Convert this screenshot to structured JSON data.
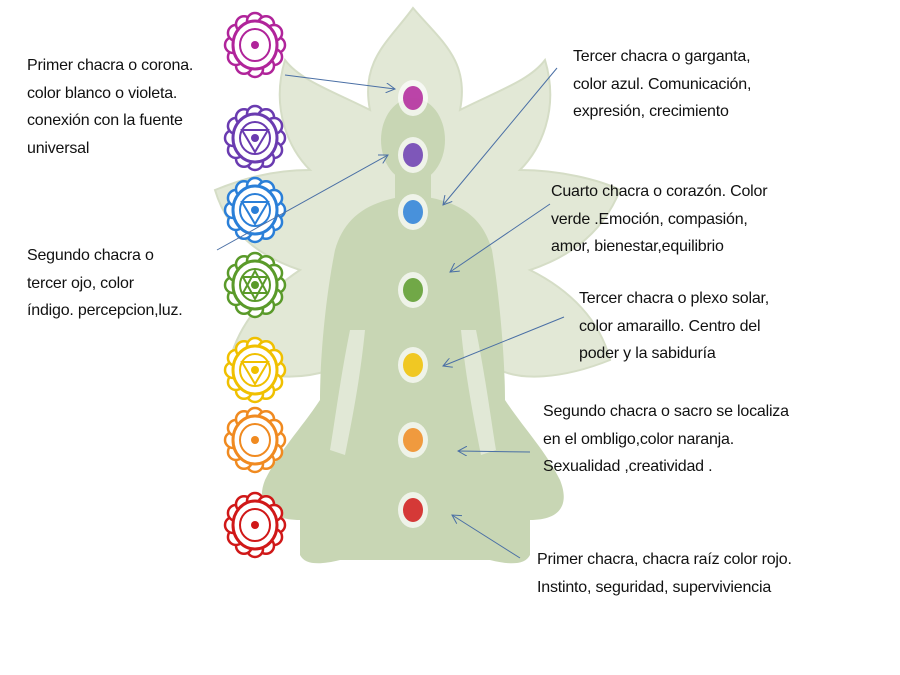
{
  "labels": {
    "crown": [
      "Primer chacra o corona.",
      "color blanco o violeta.",
      "conexión con la fuente",
      "universal"
    ],
    "third_eye": [
      "Segundo chacra o",
      "tercer ojo, color",
      "índigo. percepcion,luz."
    ],
    "throat": [
      "Tercer chacra o garganta,",
      "color azul. Comunicación,",
      "expresión, crecimiento"
    ],
    "heart": [
      "Cuarto chacra o corazón.  Color",
      "verde .Emoción, compasión,",
      "amor, bienestar,equilibrio"
    ],
    "solar": [
      "Tercer chacra o plexo solar,",
      "color amaraillo. Centro del",
      "poder y la sabiduría"
    ],
    "sacral": [
      "Segundo chacra o sacro se localiza",
      "en el ombligo,color naranja.",
      "Sexualidad ,creatividad ."
    ],
    "root": [
      "Primer chacra, chacra raíz  color rojo.",
      "Instinto, seguridad, superviviencia"
    ]
  },
  "chakra_colors": [
    "#b0249a",
    "#6a3bb0",
    "#2a7fd8",
    "#5a9a2a",
    "#f0c000",
    "#f08a20",
    "#d01818"
  ],
  "figure_color": "#c8d6b4",
  "lotus_color": "#e2e8d6",
  "arrow_color": "#4a6fa5"
}
